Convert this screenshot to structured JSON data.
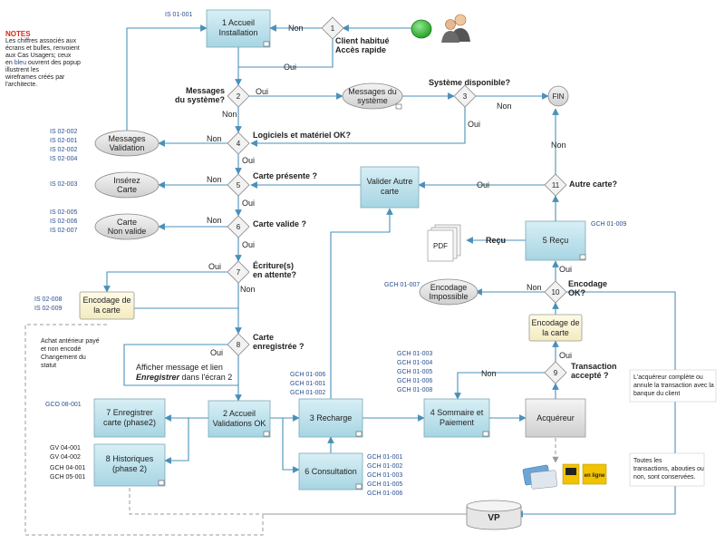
{
  "notes": {
    "title": "NOTES",
    "body": [
      "Les chiffres associés aux",
      "écrans et bulles, renvoient",
      "aux Cas Usagers; ceux",
      "en ",
      "bleu",
      " ouvrent des popup",
      "illustrent les",
      "wireframes créés par",
      "l'architecte."
    ]
  },
  "nodes": {
    "accueil_install": [
      "1 Accueil",
      "Installation"
    ],
    "messages_validation": [
      "Messages",
      "Validation"
    ],
    "inserez_carte": [
      "Insérez",
      "Carte"
    ],
    "carte_non_valide": [
      "Carte",
      "Non valide"
    ],
    "encodage_carte_left": [
      "Encodage de",
      "la carte"
    ],
    "messages_systeme": [
      "Messages du",
      "système"
    ],
    "fin": "FIN",
    "valider_autre_carte": [
      "Valider Autre",
      "carte"
    ],
    "recu": "5 Reçu",
    "pdf": "PDF",
    "encodage_impossible": [
      "Encodage",
      "Impossible"
    ],
    "encodage_carte_right": [
      "Encodage de",
      "la carte"
    ],
    "enregistrer_carte": [
      "7 Enregistrer",
      "carte (phase2)"
    ],
    "historiques": [
      "8 Historiques",
      "(phase 2)"
    ],
    "accueil_validations": [
      "2 Accueil",
      "Validations OK"
    ],
    "recharge": "3 Recharge",
    "consultation": "6 Consultation",
    "sommaire_paiement": [
      "4 Sommaire et",
      "Paiement"
    ],
    "acquereur": "Acquéreur",
    "vp": "VP"
  },
  "decisions": {
    "d1": {
      "num": "1",
      "label": [
        "Client habitué",
        "Accès rapide"
      ]
    },
    "d2": {
      "num": "2",
      "label": [
        "Messages",
        "du système?"
      ]
    },
    "d3": {
      "num": "3",
      "label": [
        "Système disponible?"
      ]
    },
    "d4": {
      "num": "4",
      "label": [
        "Logiciels et matériel OK?"
      ]
    },
    "d5": {
      "num": "5",
      "label": [
        "Carte présente ?"
      ]
    },
    "d6": {
      "num": "6",
      "label": [
        "Carte valide ?"
      ]
    },
    "d7": {
      "num": "7",
      "label": [
        "Écriture(s)",
        "en attente?"
      ]
    },
    "d8": {
      "num": "8",
      "label": [
        "Carte",
        "enregistrée ?"
      ]
    },
    "d9": {
      "num": "9",
      "label": [
        "Transaction",
        "accepté ?"
      ]
    },
    "d10": {
      "num": "10",
      "label": [
        "Encodage",
        "OK?"
      ]
    },
    "d11": {
      "num": "11",
      "label": [
        "Autre carte?"
      ]
    }
  },
  "edge_labels": {
    "non_1": "Non",
    "oui_1": "Oui",
    "oui_2": "Oui",
    "non_2": "Non",
    "non_3": "Non",
    "oui_3": "Oui",
    "non_4": "Non",
    "oui_4": "Oui",
    "non_5": "Non",
    "oui_5": "Oui",
    "non_6": "Non",
    "oui_6": "Oui",
    "oui_7": "Oui",
    "non_7": "Non",
    "oui_8": "Oui",
    "non_9": "Non",
    "oui_9": "Oui",
    "non_10": "Non",
    "oui_10": "Oui",
    "non_11": "Non",
    "oui_11": "Oui",
    "recu_arrow": "Reçu"
  },
  "refs": {
    "is01": "IS 01-001",
    "is02_group": [
      "IS 02-002",
      "IS 02-001",
      "IS 02-002",
      "IS 02-004"
    ],
    "is02_003": "IS 02-003",
    "is02_group2": [
      "IS 02-005",
      "IS 02-006",
      "IS 02-007"
    ],
    "is02_008": [
      "IS 02-008",
      "IS 02-009"
    ],
    "gco": "GCO 08-001",
    "gv": [
      "GV 04-001",
      "GV 04-002"
    ],
    "gch_hist": [
      "GCH 04-001",
      "GCH 05-001"
    ],
    "gch_recharge": [
      "GCH 01-006",
      "GCH 01-001",
      "GCH 01-002"
    ],
    "gch_consult": [
      "GCH 01-001",
      "GCH 01-002",
      "GCH 01-003",
      "GCH 01-005",
      "GCH 01-006"
    ],
    "gch_sommaire": [
      "GCH 01-003",
      "GCH 01-004",
      "GCH 01-005",
      "GCH 01-006",
      "GCH 01-008"
    ],
    "gch_recu": "GCH 01-009",
    "gch_enc": "GCH 01-007"
  },
  "annotations": {
    "achat": [
      "Achat antérieur payé",
      "et non encodé",
      "Changement du",
      "statut"
    ],
    "afficher": [
      "Afficher message et lien",
      "Enregistrer",
      " dans l'écran 2"
    ],
    "acquereur_note": [
      "L'acquéreur complète ou",
      "annule la transaction avec la",
      "banque du client"
    ],
    "toutes": [
      "Toutes les",
      "transactions, abouties ou",
      "non, sont conservées."
    ],
    "en_ligne": "en ligne"
  },
  "colors": {
    "screen_fill": "#bfe3ec",
    "process_fill": "#fbf6d8",
    "gray_fill": "#dcdcdc",
    "start_green": "#3dbb3d",
    "ref_blue": "#2a4f8f",
    "note_red": "#d9261c"
  }
}
